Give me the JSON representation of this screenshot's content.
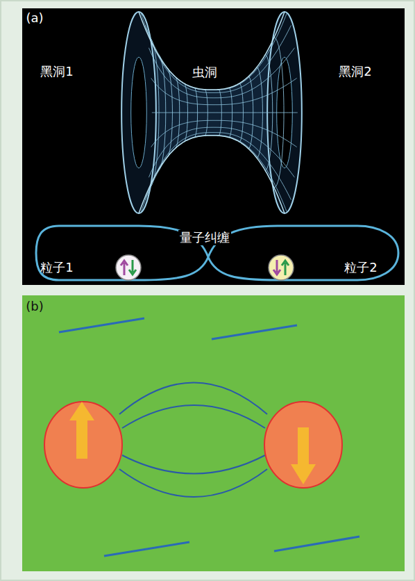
{
  "diagram": {
    "labels": [
      "(a)",
      "黑洞1",
      "虫洞",
      "黑洞2",
      "量子纠缠",
      "粒子1",
      "粒子2",
      "(b)"
    ]
  }
}
